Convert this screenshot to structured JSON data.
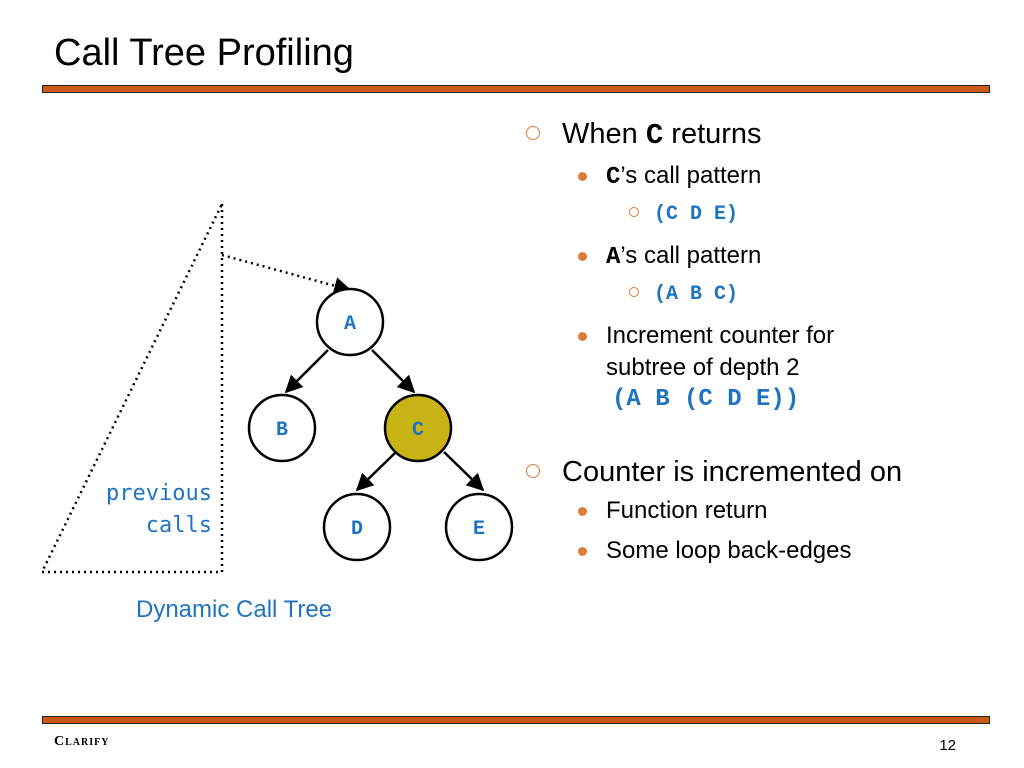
{
  "title": "Call Tree Profiling",
  "diagram": {
    "nodes": {
      "a": "A",
      "b": "B",
      "c": "C",
      "d": "D",
      "e": "E"
    },
    "previous_calls_line1": "previous",
    "previous_calls_line2": "calls",
    "caption": "Dynamic Call Tree"
  },
  "bullets": {
    "when_prefix": "When",
    "when_code": "C",
    "when_suffix": "returns",
    "c_pattern_code": "C",
    "c_pattern_text": "’s call pattern",
    "c_pattern_value": "(C D E)",
    "a_pattern_code": "A",
    "a_pattern_text": "’s call pattern",
    "a_pattern_value": "(A B C)",
    "increment_line1": "Increment counter for",
    "increment_line2": "subtree of depth 2",
    "increment_value": "(A B (C D E))",
    "counter_heading": "Counter is incremented on",
    "counter_item1": "Function return",
    "counter_item2": "Some loop back-edges"
  },
  "footer": {
    "left": "Clarify",
    "page": "12"
  },
  "colors": {
    "accent_rule": "#cc5a14",
    "bullet": "#e07b39",
    "code_blue": "#1f74bf",
    "highlight_node": "#c8b415"
  }
}
